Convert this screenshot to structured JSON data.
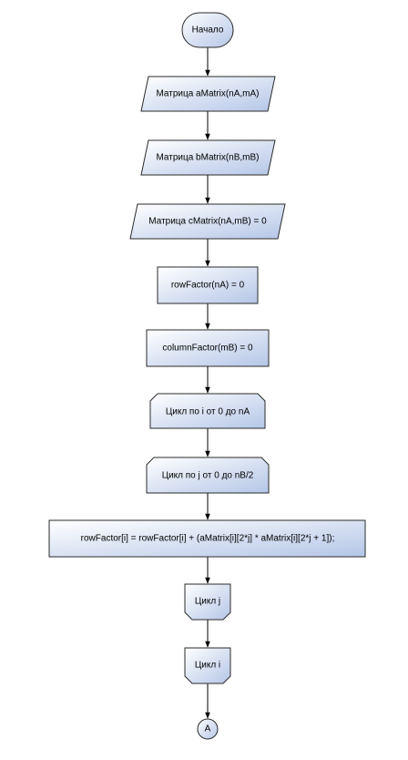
{
  "flowchart": {
    "nodes": [
      {
        "id": "start",
        "shape": "terminator",
        "label": "Начало"
      },
      {
        "id": "a_matrix",
        "shape": "parallelogram",
        "label": "Матрица aMatrix(nA,mA)"
      },
      {
        "id": "b_matrix",
        "shape": "parallelogram",
        "label": "Матрица bMatrix(nB,mB)"
      },
      {
        "id": "c_matrix",
        "shape": "parallelogram",
        "label": "Матрица cMatrix(nA,mB) = 0"
      },
      {
        "id": "row_factor_init",
        "shape": "process",
        "label": "rowFactor(nA) = 0"
      },
      {
        "id": "column_factor_init",
        "shape": "process",
        "label": "columnFactor(mB) = 0"
      },
      {
        "id": "loop_i_begin",
        "shape": "loop-begin",
        "label": "Цикл по i от 0 до nA"
      },
      {
        "id": "loop_j_begin",
        "shape": "loop-begin",
        "label": "Цикл по j от 0 до nB/2"
      },
      {
        "id": "row_factor_calc",
        "shape": "process",
        "label": "rowFactor[i] = rowFactor[i] + (aMatrix[i][2*j] * aMatrix[i][2*j + 1]);"
      },
      {
        "id": "loop_j_end",
        "shape": "loop-end",
        "label": "Цикл j"
      },
      {
        "id": "loop_i_end",
        "shape": "loop-end",
        "label": "Цикл i"
      },
      {
        "id": "connector_a",
        "shape": "connector",
        "label": "A"
      }
    ],
    "edges": [
      [
        "start",
        "a_matrix"
      ],
      [
        "a_matrix",
        "b_matrix"
      ],
      [
        "b_matrix",
        "c_matrix"
      ],
      [
        "c_matrix",
        "row_factor_init"
      ],
      [
        "row_factor_init",
        "column_factor_init"
      ],
      [
        "column_factor_init",
        "loop_i_begin"
      ],
      [
        "loop_i_begin",
        "loop_j_begin"
      ],
      [
        "loop_j_begin",
        "row_factor_calc"
      ],
      [
        "row_factor_calc",
        "loop_j_end"
      ],
      [
        "loop_j_end",
        "loop_i_end"
      ],
      [
        "loop_i_end",
        "connector_a"
      ]
    ],
    "colors": {
      "fill_light": "#ffffff",
      "fill_dark": "#b4c6e7",
      "stroke": "#2b2b2b",
      "arrow": "#000000"
    }
  }
}
